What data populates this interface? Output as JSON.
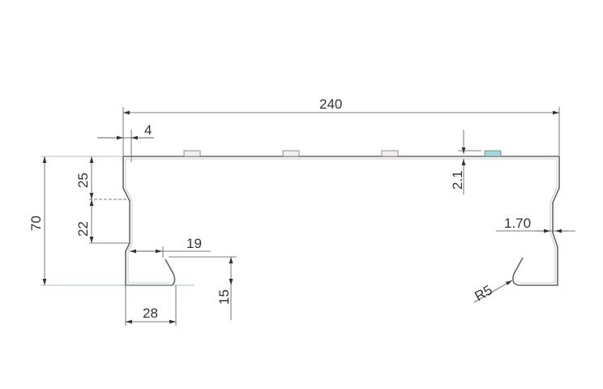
{
  "drawing": {
    "type": "cross-section profile",
    "dimensions": {
      "overall_width": "240",
      "lip_offset": "4",
      "overall_height": "70",
      "upper_segment": "25",
      "middle_segment": "22",
      "hook_opening": "19",
      "hook_height": "15",
      "bottom_flange": "28",
      "top_thickness": "2.1",
      "wall_thickness": "1.70",
      "bend_radius": "R5"
    },
    "top_tabs_count": 4,
    "colors": {
      "background": "#ffffff",
      "profile_line": "#666666",
      "dimension_line": "#555555",
      "text": "#333333",
      "tab_highlight": "#9fd8d8"
    }
  }
}
